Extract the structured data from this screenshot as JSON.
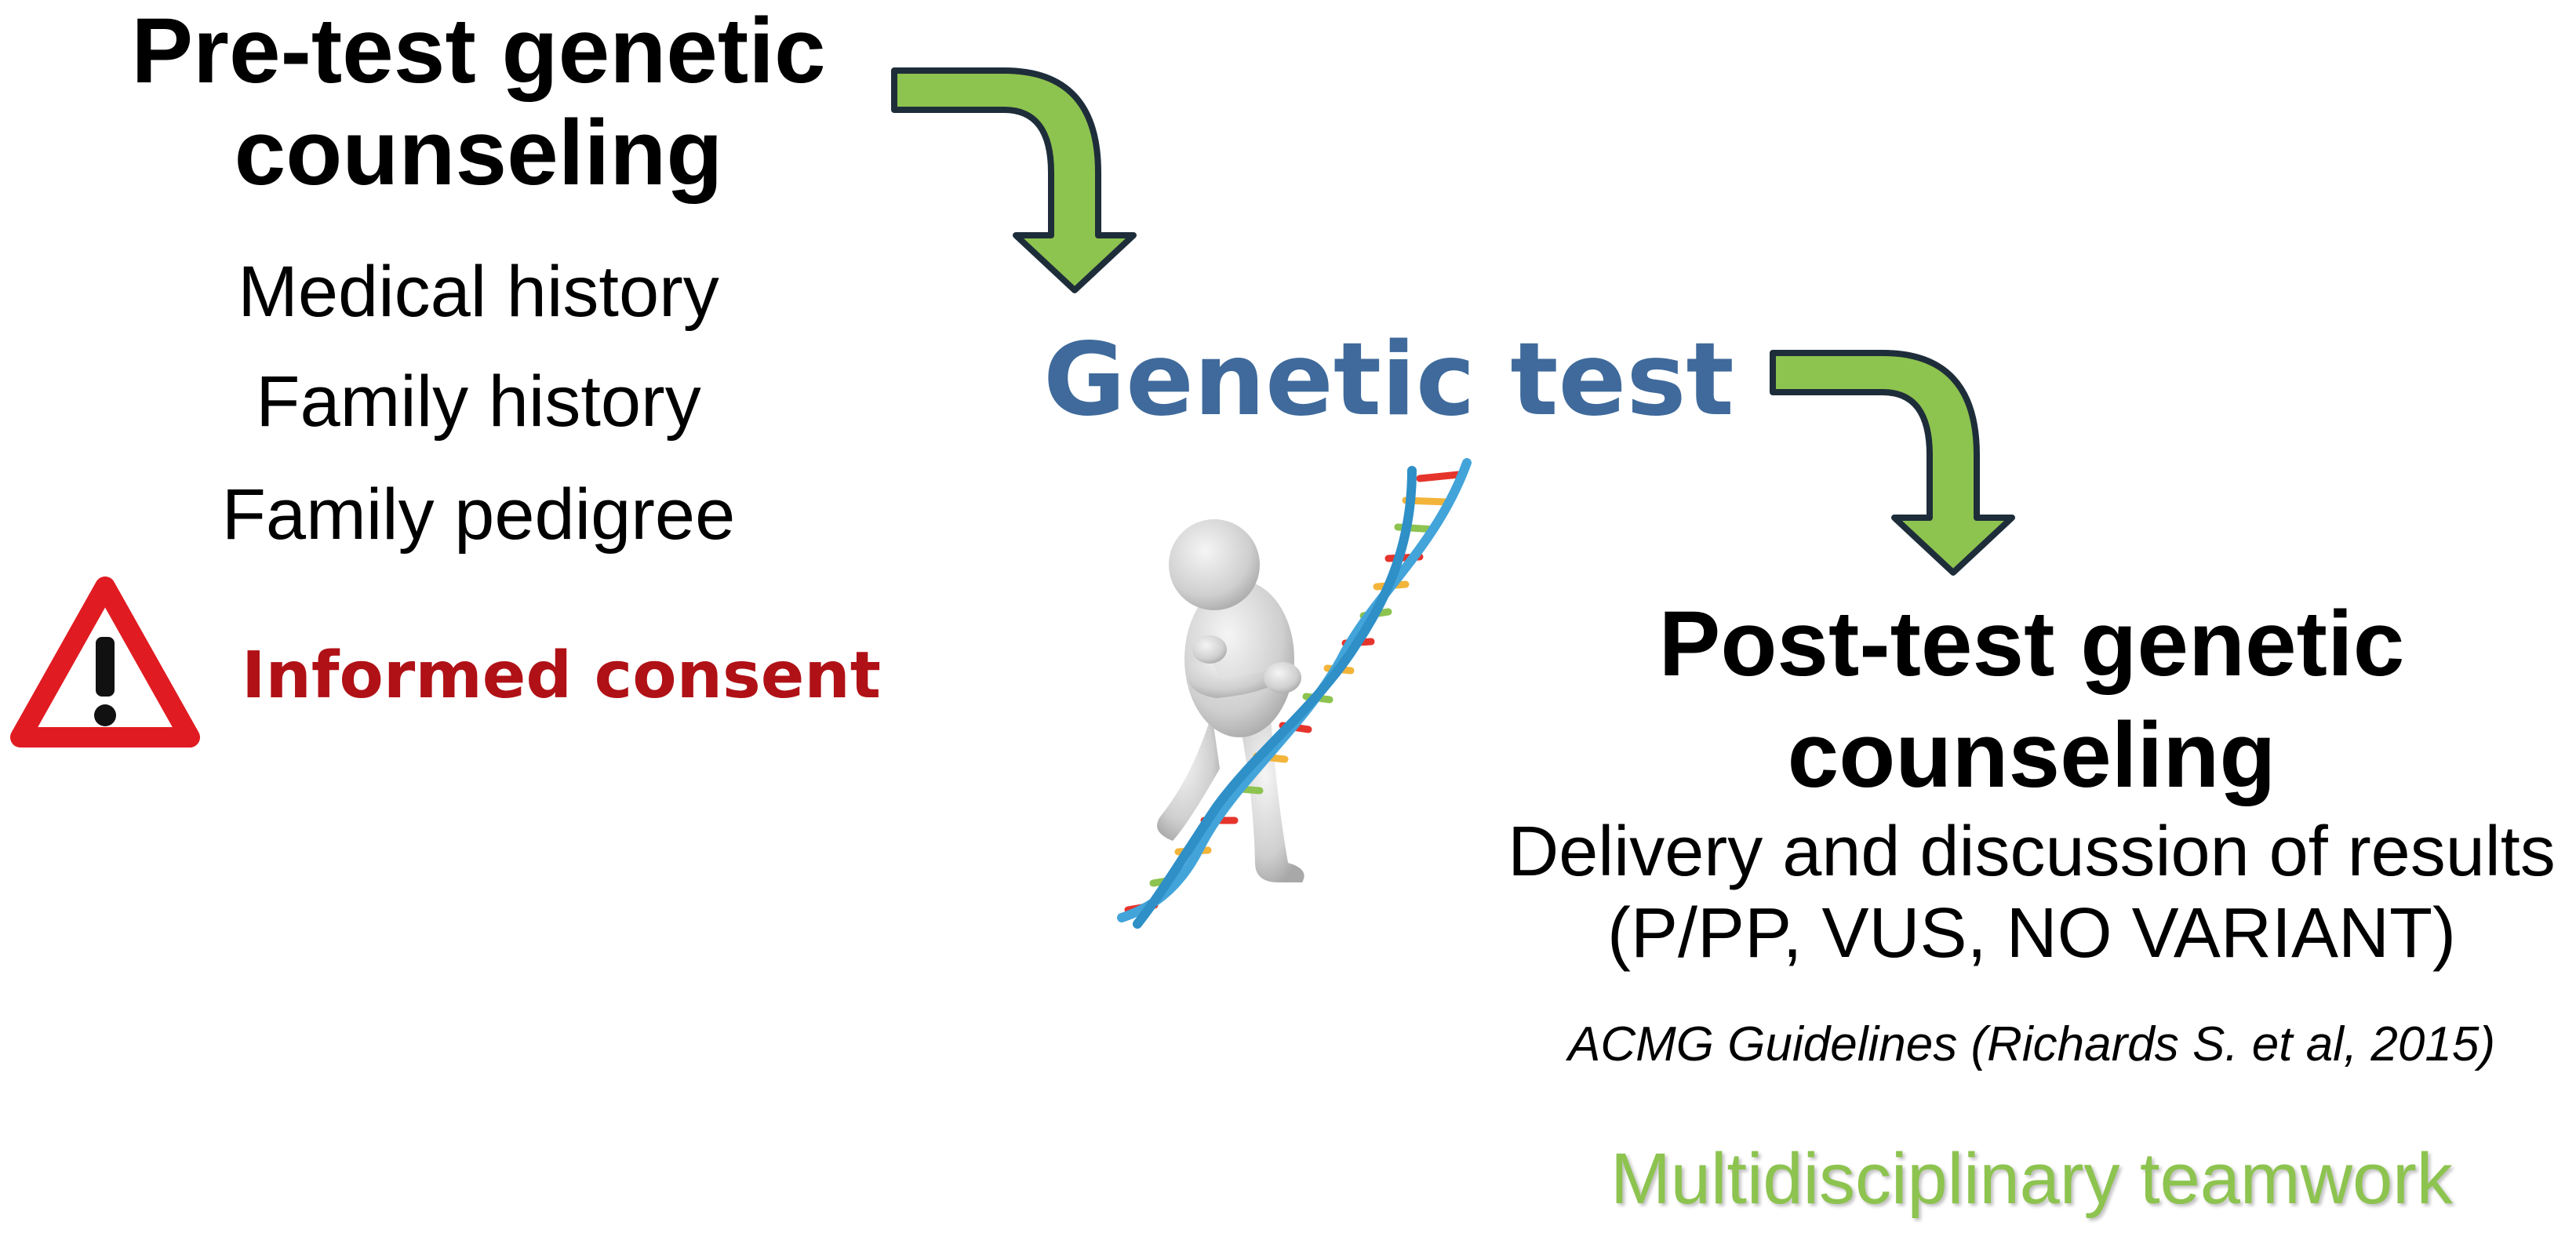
{
  "pre_test": {
    "title": "Pre-test genetic counseling",
    "items": [
      "Medical history",
      "Family history",
      "Family pedigree"
    ],
    "consent_label": "Informed consent"
  },
  "genetic_test": {
    "label": "Genetic test"
  },
  "post_test": {
    "title": "Post-test genetic counseling",
    "items": [
      "Delivery and discussion of results",
      "(P/PP, VUS, NO VARIANT)"
    ],
    "citation": "ACMG Guidelines (Richards S. et al, 2015)",
    "teamwork": "Multidisciplinary teamwork"
  },
  "icons": {
    "warning": "warning-triangle-icon",
    "arrows": "curved-arrow-icon",
    "figure": "dna-carrying-figure-icon"
  },
  "colors": {
    "arrow_fill": "#8dc34f",
    "arrow_stroke": "#1e2d3a",
    "genetic_test": "#3f6a9b",
    "consent": "#b01116",
    "warning": "#e11b22",
    "teamwork": "#8dc34f"
  }
}
